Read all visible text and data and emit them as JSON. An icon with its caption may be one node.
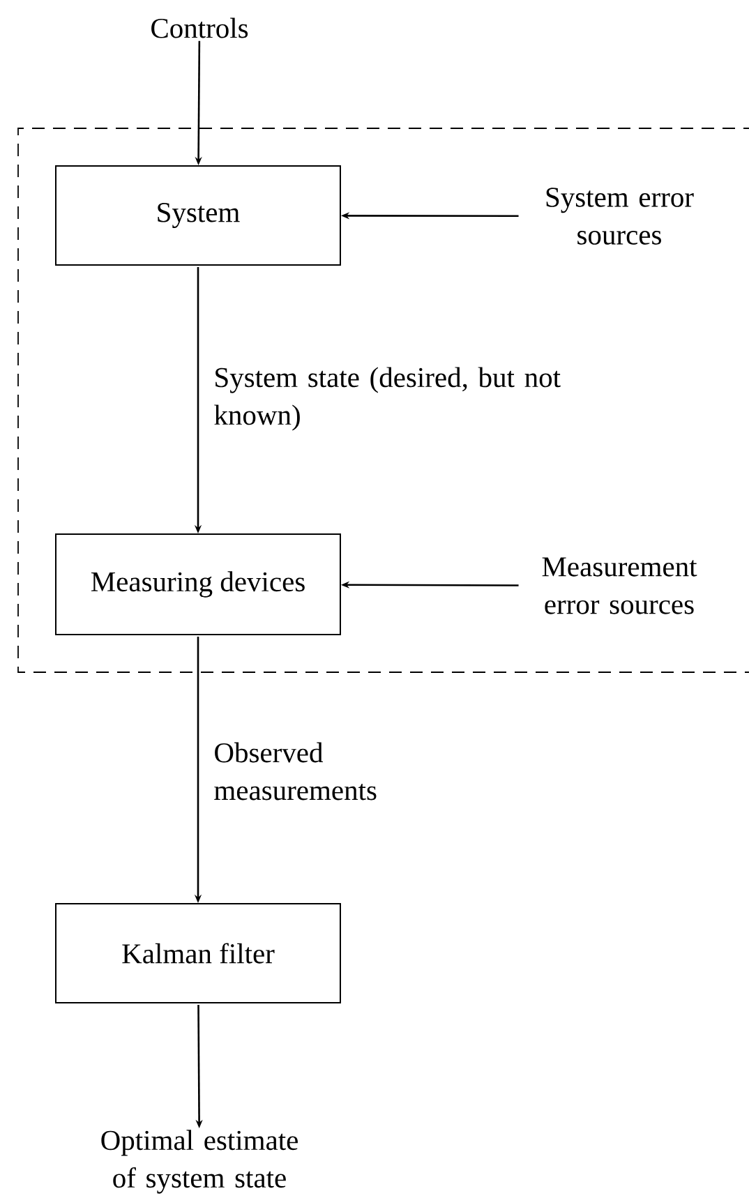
{
  "diagram": {
    "nodes": [
      {
        "text": [
          "Controls"
        ]
      },
      {
        "text": [],
        "shape": "box"
      },
      {
        "text": [
          "System"
        ],
        "in": 1
      },
      {
        "text": [
          "System error sources"
        ],
        "in": 1
      },
      {
        "text": [
          "Measuring devices"
        ],
        "in": 1
      },
      {
        "text": [
          "Measurement error sources"
        ],
        "in": 1
      },
      {
        "text": [
          "Kalman filter"
        ]
      },
      {
        "text": [
          "Optimal estimate of system state"
        ]
      }
    ],
    "edges": [
      {
        "from": 0,
        "to": 2,
        "arrow": "to"
      },
      {
        "from": 3,
        "to": 2,
        "arrow": "to"
      },
      {
        "from": 2,
        "to": 4,
        "arrow": "to",
        "label": "System state (desired, but not known)"
      },
      {
        "from": 5,
        "to": 4,
        "arrow": "to"
      },
      {
        "from": 4,
        "to": 6,
        "arrow": "to",
        "label": "Observed measurements"
      },
      {
        "from": 6,
        "to": 7,
        "arrow": "to"
      }
    ]
  }
}
